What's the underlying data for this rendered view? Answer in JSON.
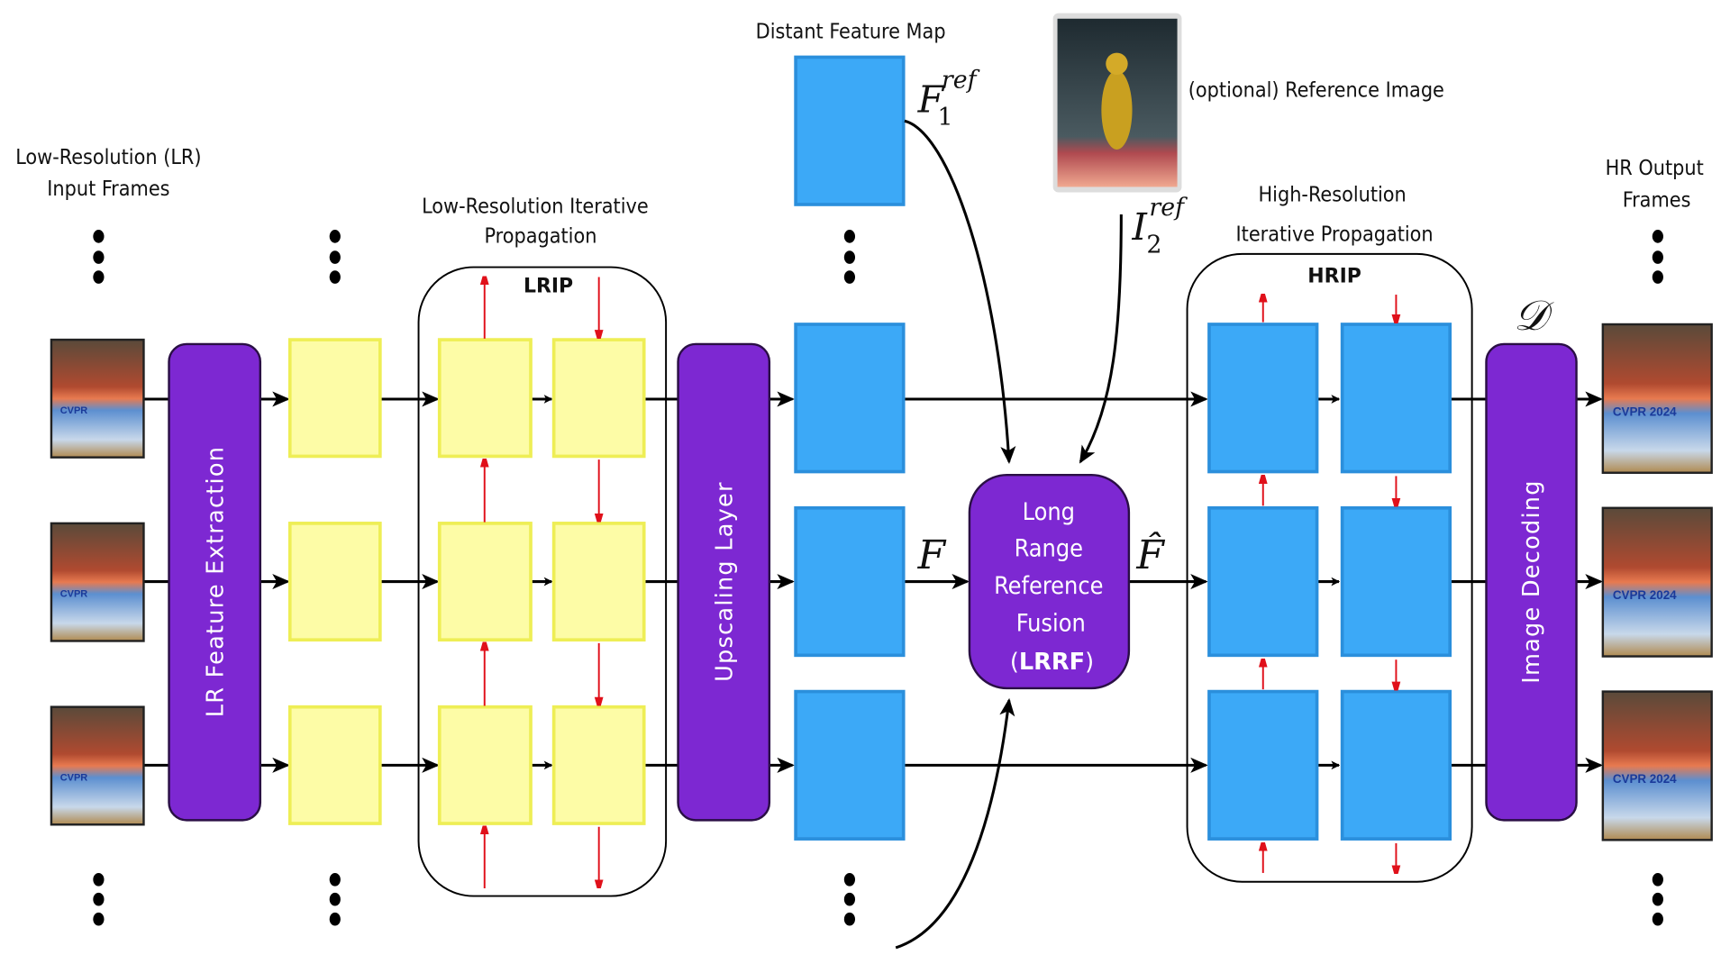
{
  "labels": {
    "lr_input": [
      "Low-Resolution (LR)",
      "Input Frames"
    ],
    "lrip_title": [
      "Low-Resolution Iterative",
      "Propagation"
    ],
    "lrip_short": "LRIP",
    "distant_feature_map": "Distant Feature Map",
    "reference_image": "(optional) Reference Image",
    "hrip_title": [
      "High-Resolution",
      "Iterative Propagation"
    ],
    "hrip_short": "HRIP",
    "hr_output": [
      "HR Output",
      "Frames"
    ]
  },
  "modules": {
    "feature_extraction": "LR Feature Extraction",
    "upscaling": "Upscaling Layer",
    "image_decoding": "Image Decoding",
    "lrrf_lines": [
      "Long",
      "Range",
      "Reference",
      "Fusion"
    ],
    "lrrf_open": "(",
    "lrrf_abbr": "LRRF",
    "lrrf_close": ")"
  },
  "math": {
    "f1_ref": {
      "base": "F",
      "sub": "1",
      "sup": "ref"
    },
    "i2_ref": {
      "base": "I",
      "sub": "2",
      "sup": "ref"
    },
    "f": "F",
    "f_hat": "F̂",
    "decoder": "𝒟"
  },
  "colors": {
    "module_purple": "#7d28d2",
    "lr_feature_yellow": "#fdfca6",
    "hr_feature_blue": "#3ca9f7",
    "propagation_arrow_red": "#e0101a"
  }
}
